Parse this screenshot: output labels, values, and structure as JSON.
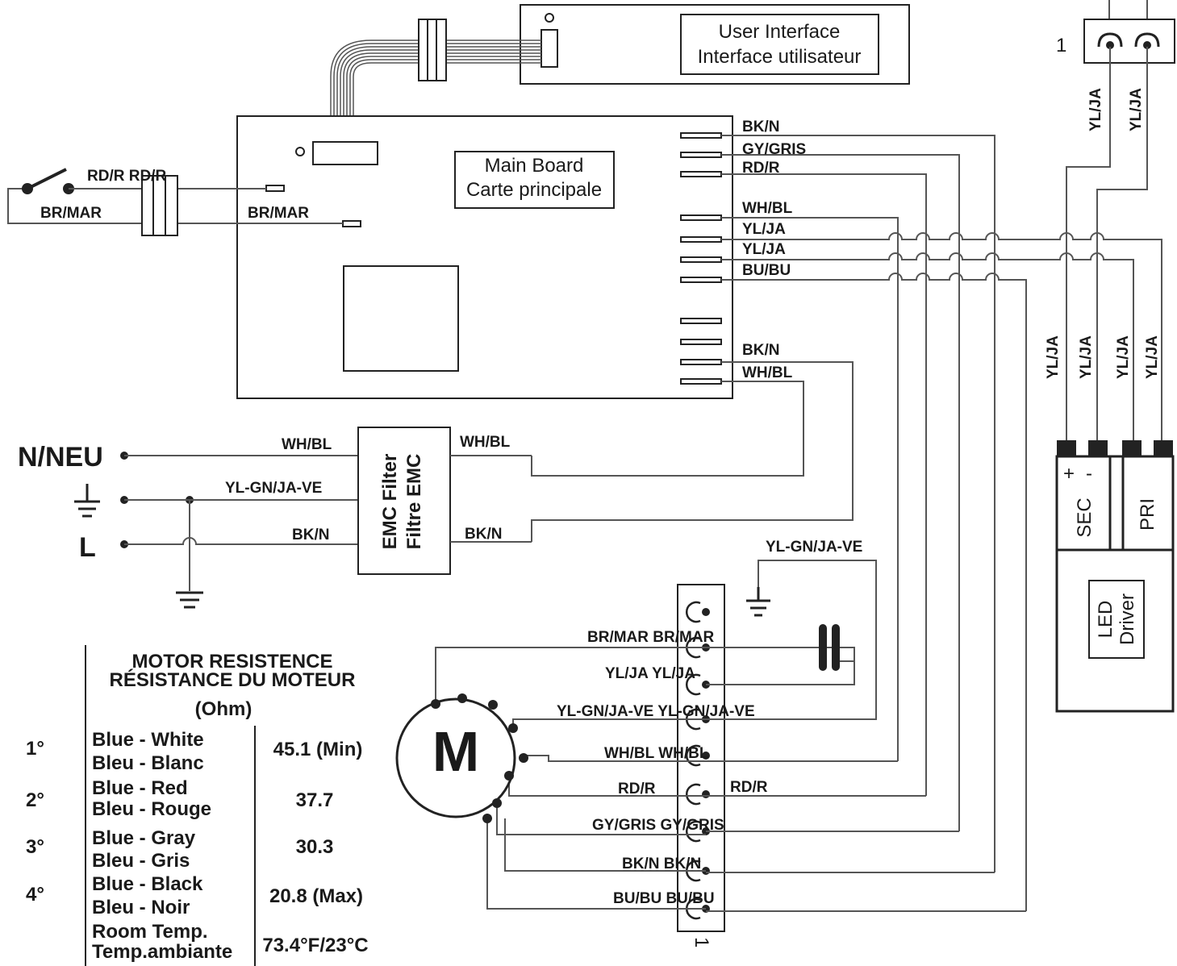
{
  "user_interface": {
    "line1": "User Interface",
    "line2": "Interface utilisateur"
  },
  "main_board": {
    "line1": "Main Board",
    "line2": "Carte principale"
  },
  "emc_filter": {
    "line1": "EMC Filter",
    "line2": "Filtre EMC"
  },
  "led_driver": {
    "line1": "LED",
    "line2": "Driver",
    "sec": "SEC",
    "pri": "PRI",
    "plus": "+",
    "minus": "-"
  },
  "motor": {
    "symbol": "M"
  },
  "lamp_label": "1",
  "terminal_label": "1",
  "power": {
    "neutral": "N/NEU",
    "line": "L"
  },
  "wire_labels": {
    "switch_top": "RD/R RD/R",
    "switch_bottom": "BR/MAR",
    "board_brown": "BR/MAR",
    "board_bk": "BK/N",
    "board_gy": "GY/GRIS",
    "board_rd": "RD/R",
    "board_wh": "WH/BL",
    "board_yl1": "YL/JA",
    "board_yl2": "YL/JA",
    "board_bu": "BU/BU",
    "board_bk2": "BK/N",
    "board_wh2": "WH/BL",
    "emc_in_wh": "WH/BL",
    "emc_in_gnd": "YL-GN/JA-VE",
    "emc_in_bk": "BK/N",
    "emc_out_wh": "WH/BL",
    "emc_out_bk": "BK/N",
    "motor_gnd": "YL-GN/JA-VE",
    "t_br": "BR/MAR BR/MAR",
    "t_yl": "YL/JA YL/JA",
    "t_gnd": "YL-GN/JA-VE YL-GN/JA-VE",
    "t_wh": "WH/BL WH/BL",
    "t_rd1": "RD/R",
    "t_rd2": "RD/R",
    "t_gy": "GY/GRIS GY/GRIS",
    "t_bk": "BK/N BK/N",
    "t_bu": "BU/BU BU/BU",
    "lamp_yl1": "YL/JA",
    "lamp_yl2": "YL/JA",
    "drv_yl1": "YL/JA",
    "drv_yl2": "YL/JA",
    "drv_yl3": "YL/JA",
    "drv_yl4": "YL/JA"
  },
  "resistance_table": {
    "title1": "MOTOR RESISTENCE",
    "title2": "RÉSISTANCE DU MOTEUR",
    "unit": "(Ohm)",
    "rows": [
      {
        "speed": "1°",
        "line1": "Blue - White",
        "line2": "Bleu - Blanc",
        "value": "45.1 (Min)"
      },
      {
        "speed": "2°",
        "line1": "Blue - Red",
        "line2": "Bleu - Rouge",
        "value": "37.7"
      },
      {
        "speed": "3°",
        "line1": "Blue - Gray",
        "line2": "Bleu - Gris",
        "value": "30.3"
      },
      {
        "speed": "4°",
        "line1": "Blue - Black",
        "line2": "Bleu - Noir",
        "value": "20.8 (Max)"
      }
    ],
    "room": {
      "line1": "Room Temp.",
      "line2": "Temp.ambiante",
      "value": "73.4°F/23°C"
    }
  }
}
